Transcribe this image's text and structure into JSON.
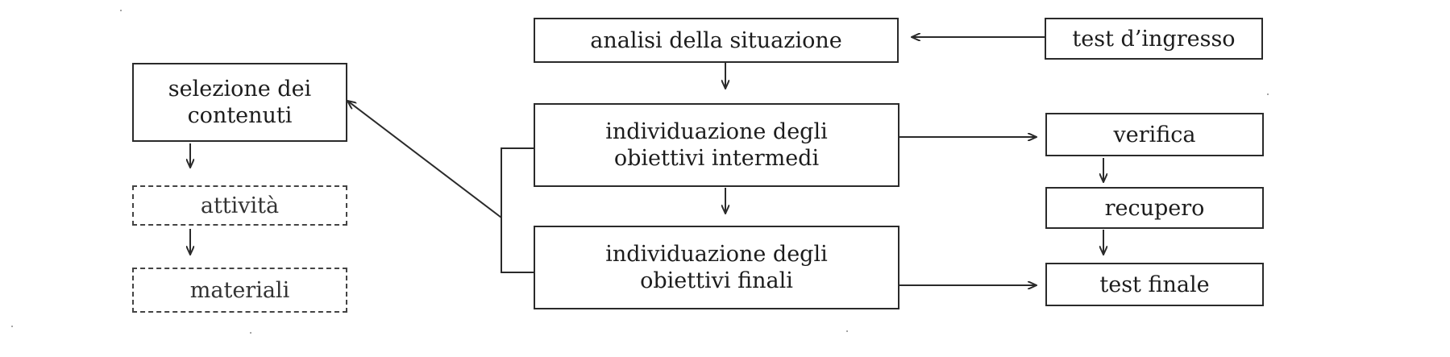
{
  "diagram": {
    "nodes": {
      "analisi": "analisi della situazione",
      "test_ingresso": "test d’ingresso",
      "selezione": "selezione dei\ncontenuti",
      "attivita": "attività",
      "materiali": "materiali",
      "obiettivi_intermedi": "individuazione degli\nobiettivi intermedi",
      "obiettivi_finali": "individuazione degli\nobiettivi finali",
      "verifica": "verifica",
      "recupero": "recupero",
      "test_finale": "test finale"
    },
    "edges": [
      {
        "from": "test_ingresso",
        "to": "analisi"
      },
      {
        "from": "analisi",
        "to": "obiettivi_intermedi"
      },
      {
        "from": "obiettivi_intermedi",
        "to": "obiettivi_finali"
      },
      {
        "from": "obiettivi_intermedi",
        "to": "verifica"
      },
      {
        "from": "obiettivi_finali",
        "to": "test_finale"
      },
      {
        "from": "verifica",
        "to": "recupero"
      },
      {
        "from": "recupero",
        "to": "test_finale"
      },
      {
        "from": "selezione",
        "to": "attivita"
      },
      {
        "from": "attivita",
        "to": "materiali"
      },
      {
        "from": "obiettivi_intermedi+obiettivi_finali",
        "to": "selezione"
      }
    ]
  }
}
